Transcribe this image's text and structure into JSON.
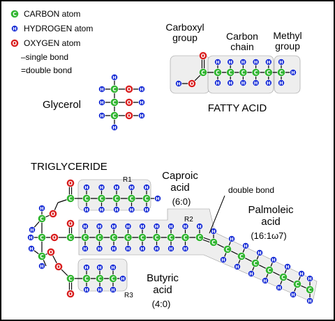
{
  "legend": {
    "carbon": {
      "letter": "C",
      "text": "CARBON atom"
    },
    "hydrogen": {
      "letter": "H",
      "text": "HYDROGEN atom"
    },
    "oxygen": {
      "letter": "O",
      "text": "OXYGEN atom"
    },
    "single_bond": "–single bond",
    "double_bond": "=double bond"
  },
  "colors": {
    "carbon": "#2fb52f",
    "hydrogen": "#1a2fd6",
    "oxygen": "#d91d1d",
    "bond": "#000000",
    "panel": "#eeeeee"
  },
  "glycerol": {
    "label": "Glycerol"
  },
  "fatty_acid": {
    "title": "FATTY ACID",
    "carboxyl_line1": "Carboxyl",
    "carboxyl_line2": "group",
    "chain_line1": "Carbon",
    "chain_line2": "chain",
    "methyl_line1": "Methyl",
    "methyl_line2": "group"
  },
  "triglyceride": {
    "title": "TRIGLYCERIDE",
    "caproic_line1": "Caproic",
    "caproic_line2": "acid",
    "caproic_formula": "(6:0)",
    "palmoleic_line1": "Palmoleic",
    "palmoleic_line2": "acid",
    "palmoleic_formula": "(16:1ω7)",
    "butyric_line1": "Butyric",
    "butyric_line2": "acid",
    "butyric_formula": "(4:0)",
    "r1": "R1",
    "r2": "R2",
    "r3": "R3",
    "double_bond_label": "double bond"
  }
}
